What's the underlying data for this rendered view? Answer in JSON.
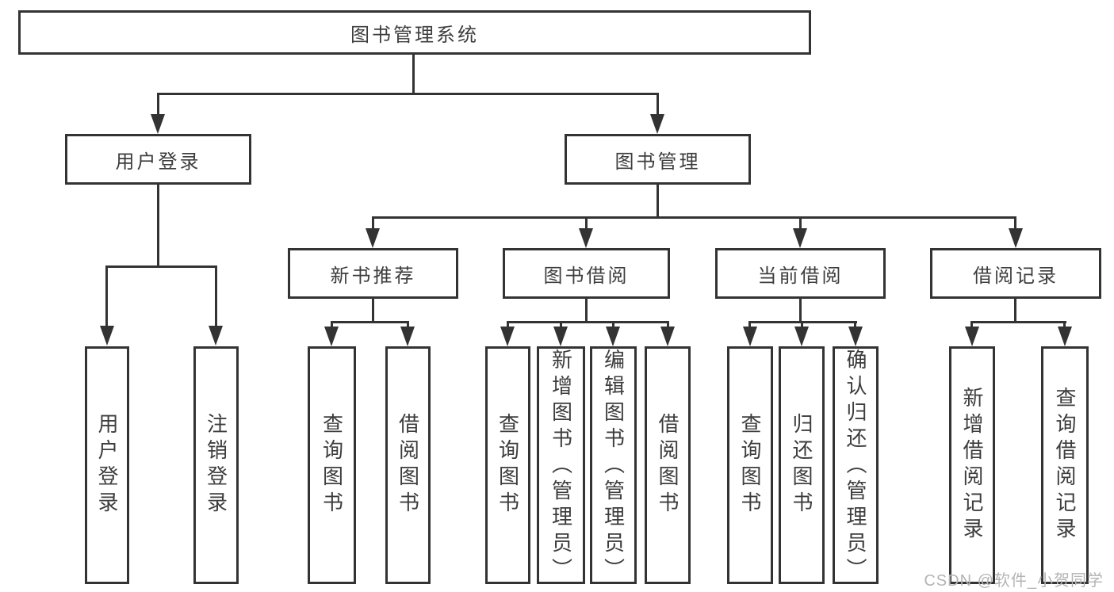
{
  "colors": {
    "line": "#333333",
    "text": "#3d3d3d",
    "watermark": "#b4b4b4"
  },
  "watermark": "CSDN @软件_小贺同学",
  "tree": {
    "root": {
      "label": "图书管理系统"
    },
    "branches": [
      {
        "label": "用户登录",
        "leaves": [
          {
            "label": "用户登录"
          },
          {
            "label": "注销登录"
          }
        ]
      },
      {
        "label": "图书管理",
        "groups": [
          {
            "label": "新书推荐",
            "leaves": [
              {
                "label": "查询图书"
              },
              {
                "label": "借阅图书"
              }
            ]
          },
          {
            "label": "图书借阅",
            "leaves": [
              {
                "label": "查询图书"
              },
              {
                "label": "新增图书（管理员）"
              },
              {
                "label": "编辑图书（管理员）"
              },
              {
                "label": "借阅图书"
              }
            ]
          },
          {
            "label": "当前借阅",
            "leaves": [
              {
                "label": "查询图书"
              },
              {
                "label": "归还图书"
              },
              {
                "label": "确认归还（管理员）"
              }
            ]
          },
          {
            "label": "借阅记录",
            "leaves": [
              {
                "label": "新增借阅记录"
              },
              {
                "label": "查询借阅记录"
              }
            ]
          }
        ]
      }
    ]
  }
}
